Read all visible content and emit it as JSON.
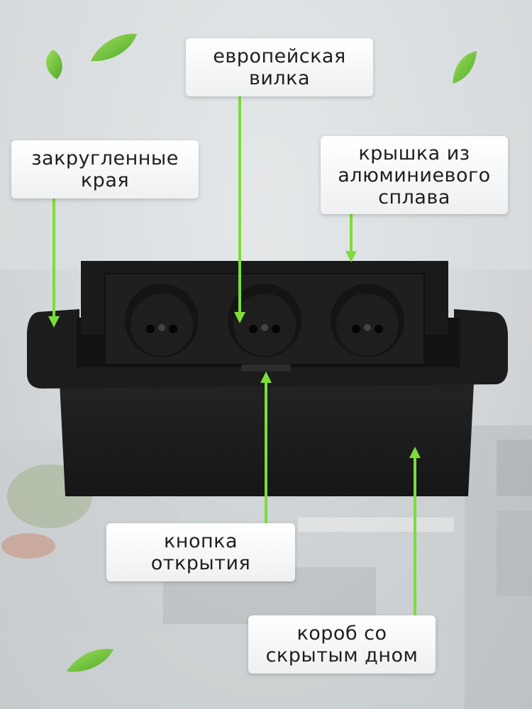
{
  "callouts": {
    "plug": {
      "line1": "европейская",
      "line2": "вилка"
    },
    "edges": {
      "line1": "закругленные",
      "line2": "края"
    },
    "lid": {
      "line1": "крышка из",
      "line2": "алюминиевого",
      "line3": "сплава"
    },
    "button": {
      "line1": "кнопка",
      "line2": "открытия"
    },
    "box": {
      "line1": "короб со",
      "line2": "скрытым дном"
    }
  },
  "colors": {
    "accent": "#7ddc3a",
    "product": "#1b1b1b",
    "callout_bg": "#ffffff",
    "text": "#1e1e1e"
  },
  "sockets_count": 3,
  "icons": [
    "leaf-icon",
    "socket-icon"
  ]
}
